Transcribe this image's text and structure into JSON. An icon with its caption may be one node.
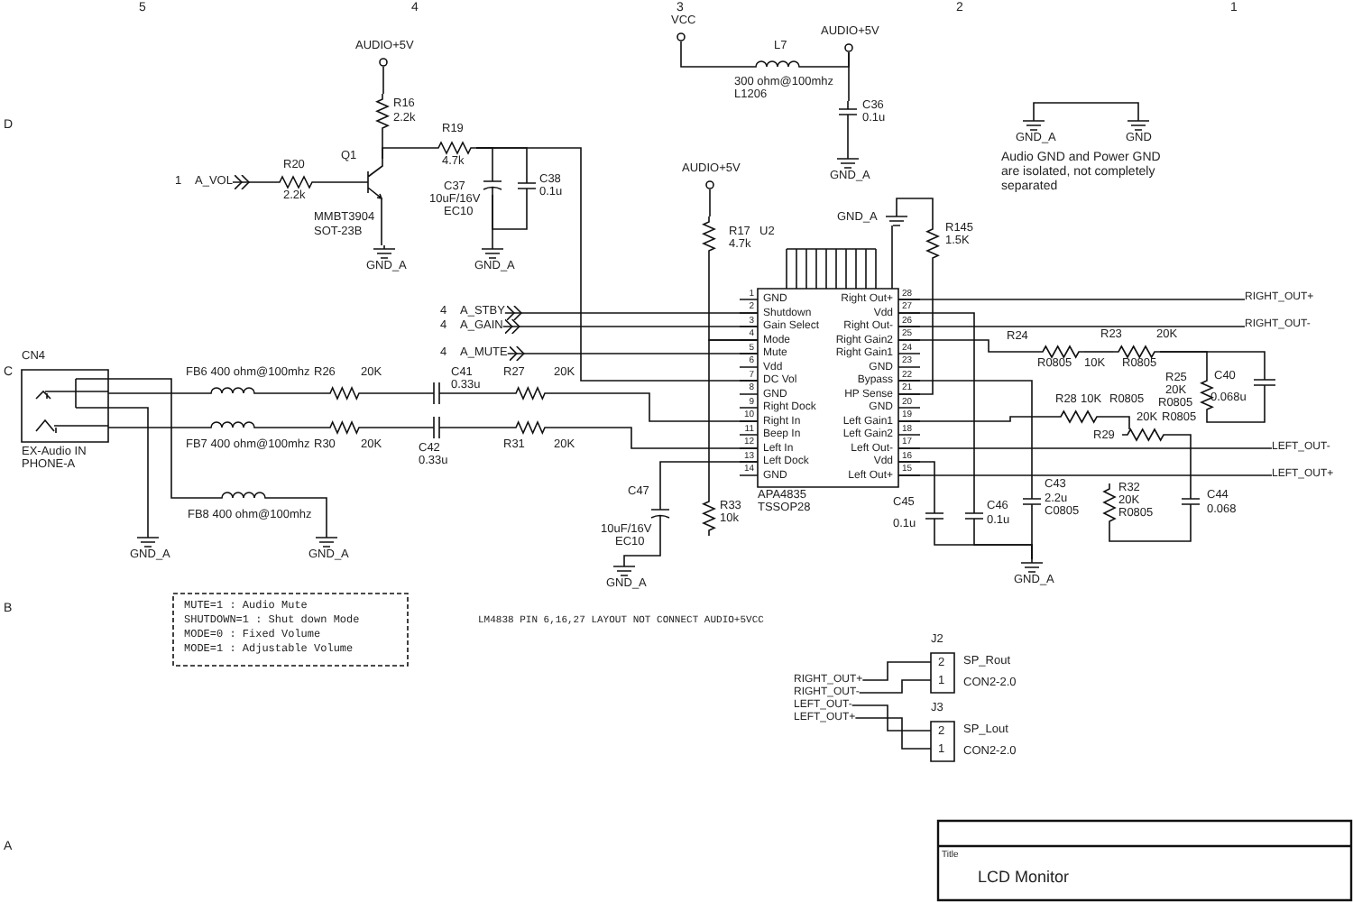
{
  "diagram": {
    "nodes": [
      {
        "text": [
          "A_VOL"
        ],
        "beside": [
          "1"
        ]
      },
      {
        "text": [
          "R20",
          "2.2k"
        ]
      },
      {
        "text": [
          "Q1",
          "MMBT3904",
          "SOT-23B"
        ]
      },
      {
        "text": [
          "R16",
          "2.2k"
        ]
      },
      {
        "text": [
          "AUDIO+5V"
        ]
      },
      {
        "text": [
          "GND_A"
        ]
      },
      {
        "text": [
          "R19",
          "4.7k"
        ]
      },
      {
        "text": [
          "C37",
          "10uF/16V",
          "EC10"
        ]
      },
      {
        "text": [
          "C38",
          "0.1u"
        ]
      },
      {
        "text": [
          "GND_A"
        ]
      },
      {
        "text": [
          "VCC"
        ]
      },
      {
        "text": [
          "L7",
          "300 ohm@100mhz",
          "L1206"
        ]
      },
      {
        "text": [
          "AUDIO+5V"
        ]
      },
      {
        "text": [
          "C36",
          "0.1u"
        ]
      },
      {
        "text": [
          "GND_A"
        ]
      },
      {
        "text": [
          "GND_A"
        ]
      },
      {
        "text": [
          "GND"
        ]
      },
      {
        "text": [
          "AUDIO+5V"
        ]
      },
      {
        "text": [
          "R17",
          "4.7k"
        ]
      },
      {
        "text": [
          "U2",
          "GND",
          "Shutdown",
          "Gain Select",
          "Mode",
          "Mute",
          "Vdd",
          "DC Vol",
          "GND",
          "Right Dock",
          "Right In",
          "Beep In",
          "Left In",
          "Left Dock",
          "GND",
          "Right Out+",
          "Vdd",
          "Right Out-",
          "Right Gain2",
          "Right Gain1",
          "GND",
          "Bypass",
          "HP Sense",
          "GND",
          "Left Gain1",
          "Left Gain2",
          "Left Out-",
          "Vdd",
          "Left Out+",
          "APA4835",
          "TSSOP28"
        ]
      },
      {
        "text": [
          "GND_A"
        ]
      },
      {
        "text": [
          "R145",
          "1.5K"
        ]
      },
      {
        "text": [
          "A_STBY"
        ],
        "beside": [
          "4"
        ]
      },
      {
        "text": [
          "A_GAIN"
        ],
        "beside": [
          "4"
        ]
      },
      {
        "text": [
          "A_MUTE"
        ],
        "beside": [
          "4"
        ]
      },
      {
        "text": [
          "CN4",
          "EX-Audio IN",
          "PHONE-A"
        ]
      },
      {
        "text": [
          "FB6 400 ohm@100mhz"
        ]
      },
      {
        "text": [
          "R26",
          "20K"
        ]
      },
      {
        "text": [
          "C41",
          "0.33u"
        ]
      },
      {
        "text": [
          "R27",
          "20K"
        ]
      },
      {
        "text": [
          "FB7 400 ohm@100mhz"
        ]
      },
      {
        "text": [
          "R30",
          "20K"
        ]
      },
      {
        "text": [
          "C42",
          "0.33u"
        ]
      },
      {
        "text": [
          "R31",
          "20K"
        ]
      },
      {
        "text": [
          "FB8 400 ohm@100mhz"
        ]
      },
      {
        "text": [
          "GND_A"
        ]
      },
      {
        "text": [
          "GND_A"
        ]
      },
      {
        "text": [
          "C47",
          "10uF/16V",
          "EC10"
        ]
      },
      {
        "text": [
          "GND_A"
        ]
      },
      {
        "text": [
          "R33",
          "10k"
        ]
      },
      {
        "text": [
          "R24",
          "R0805",
          "10K"
        ]
      },
      {
        "text": [
          "R23",
          "R0805",
          "20K"
        ]
      },
      {
        "text": [
          "R25",
          "20K",
          "R0805"
        ]
      },
      {
        "text": [
          "C40",
          "0.068u"
        ]
      },
      {
        "text": [
          "R28",
          "10K",
          "R0805"
        ]
      },
      {
        "text": [
          "R29",
          "20K",
          "R0805"
        ]
      },
      {
        "text": [
          "C43",
          "2.2u",
          "C0805"
        ]
      },
      {
        "text": [
          "C45",
          "0.1u"
        ]
      },
      {
        "text": [
          "C46",
          "0.1u"
        ]
      },
      {
        "text": [
          "GND_A"
        ]
      },
      {
        "text": [
          "R32",
          "20K",
          "R0805"
        ]
      },
      {
        "text": [
          "C44",
          "0.068"
        ]
      },
      {
        "text": [
          "J2",
          "2",
          "1",
          "SP_Rout",
          "CON2-2.0"
        ]
      },
      {
        "text": [
          "J3",
          "2",
          "1",
          "SP_Lout",
          "CON2-2.0"
        ]
      },
      {
        "text": [
          "MUTE=1 : Audio Mute",
          "SHUTDOWN=1 : Shut down Mode",
          "MODE=0 : Fixed Volume",
          "MODE=1 : Adjustable Volume"
        ]
      },
      {
        "text": [
          "Title",
          "LCD Monitor"
        ]
      },
      {
        "text": [
          "RIGHT_OUT+"
        ]
      },
      {
        "text": [
          "RIGHT_OUT-"
        ]
      },
      {
        "text": [
          "LEFT_OUT-"
        ]
      },
      {
        "text": [
          "LEFT_OUT+"
        ]
      },
      {
        "text": [
          "RIGHT_OUT+"
        ]
      },
      {
        "text": [
          "RIGHT_OUT-"
        ]
      },
      {
        "text": [
          "LEFT_OUT-"
        ]
      },
      {
        "text": [
          "LEFT_OUT+"
        ]
      }
    ],
    "edges": [
      {
        "from": 0,
        "to": 1,
        "arrow": "other"
      },
      {
        "from": 1,
        "to": 2,
        "arrow": "none"
      },
      {
        "from": 4,
        "to": 3,
        "arrow": "none"
      },
      {
        "from": 3,
        "to": 2,
        "arrow": "none"
      },
      {
        "from": 2,
        "to": 5,
        "arrow": "none"
      },
      {
        "from": 2,
        "to": 6,
        "arrow": "none"
      },
      {
        "from": 6,
        "to": 7,
        "arrow": "none"
      },
      {
        "from": 6,
        "to": 8,
        "arrow": "none"
      },
      {
        "from": 7,
        "to": 9,
        "arrow": "none"
      },
      {
        "from": 8,
        "to": 7,
        "arrow": "none"
      },
      {
        "from": 6,
        "to": 19,
        "arrow": "none"
      },
      {
        "from": 10,
        "to": 11,
        "arrow": "none"
      },
      {
        "from": 11,
        "to": 12,
        "arrow": "none"
      },
      {
        "from": 12,
        "to": 13,
        "arrow": "none"
      },
      {
        "from": 13,
        "to": 14,
        "arrow": "none"
      },
      {
        "from": 15,
        "to": 16,
        "arrow": "none"
      },
      {
        "from": 17,
        "to": 18,
        "arrow": "none"
      },
      {
        "from": 18,
        "to": 19,
        "arrow": "none"
      },
      {
        "from": 20,
        "to": 19,
        "arrow": "none"
      },
      {
        "from": 20,
        "to": 21,
        "arrow": "none"
      },
      {
        "from": 21,
        "to": 19,
        "arrow": "none"
      },
      {
        "from": 22,
        "to": 19,
        "arrow": "other"
      },
      {
        "from": 23,
        "to": 19,
        "arrow": "other"
      },
      {
        "from": 24,
        "to": 19,
        "arrow": "other"
      },
      {
        "from": 25,
        "to": 26,
        "arrow": "none"
      },
      {
        "from": 26,
        "to": 27,
        "arrow": "none"
      },
      {
        "from": 27,
        "to": 28,
        "arrow": "none"
      },
      {
        "from": 28,
        "to": 29,
        "arrow": "none"
      },
      {
        "from": 29,
        "to": 19,
        "arrow": "none"
      },
      {
        "from": 25,
        "to": 30,
        "arrow": "none"
      },
      {
        "from": 30,
        "to": 31,
        "arrow": "none"
      },
      {
        "from": 31,
        "to": 32,
        "arrow": "none"
      },
      {
        "from": 32,
        "to": 33,
        "arrow": "none"
      },
      {
        "from": 33,
        "to": 19,
        "arrow": "none"
      },
      {
        "from": 25,
        "to": 34,
        "arrow": "none"
      },
      {
        "from": 34,
        "to": 36,
        "arrow": "none"
      },
      {
        "from": 25,
        "to": 35,
        "arrow": "none"
      },
      {
        "from": 37,
        "to": 19,
        "arrow": "none"
      },
      {
        "from": 37,
        "to": 38,
        "arrow": "none"
      },
      {
        "from": 39,
        "to": 19,
        "arrow": "none"
      },
      {
        "from": 19,
        "to": 40,
        "arrow": "none"
      },
      {
        "from": 40,
        "to": 41,
        "arrow": "none"
      },
      {
        "from": 41,
        "to": 42,
        "arrow": "none"
      },
      {
        "from": 41,
        "to": 43,
        "arrow": "none"
      },
      {
        "from": 42,
        "to": 43,
        "arrow": "none"
      },
      {
        "from": 19,
        "to": 44,
        "arrow": "none"
      },
      {
        "from": 44,
        "to": 45,
        "arrow": "none"
      },
      {
        "from": 45,
        "to": 51,
        "arrow": "none"
      },
      {
        "from": 19,
        "to": 46,
        "arrow": "none"
      },
      {
        "from": 19,
        "to": 47,
        "arrow": "none"
      },
      {
        "from": 19,
        "to": 48,
        "arrow": "none"
      },
      {
        "from": 46,
        "to": 49,
        "arrow": "none"
      },
      {
        "from": 47,
        "to": 49,
        "arrow": "none"
      },
      {
        "from": 48,
        "to": 49,
        "arrow": "none"
      },
      {
        "from": 50,
        "to": 51,
        "arrow": "none"
      },
      {
        "from": 19,
        "to": 60,
        "arrow": "none"
      },
      {
        "from": 19,
        "to": 61,
        "arrow": "none"
      },
      {
        "from": 19,
        "to": 62,
        "arrow": "none"
      },
      {
        "from": 19,
        "to": 63,
        "arrow": "none"
      },
      {
        "from": 56,
        "to": 52,
        "arrow": "none"
      },
      {
        "from": 57,
        "to": 52,
        "arrow": "none"
      },
      {
        "from": 58,
        "to": 53,
        "arrow": "none"
      },
      {
        "from": 59,
        "to": 53,
        "arrow": "none"
      }
    ],
    "labels": [
      "5",
      "4",
      "3",
      "2",
      "1",
      "D",
      "C",
      "B",
      "A",
      "Audio GND and Power GND are isolated, not completely separated",
      "1",
      "2",
      "3",
      "4",
      "5",
      "6",
      "7",
      "8",
      "9",
      "10",
      "11",
      "12",
      "13",
      "14",
      "28",
      "27",
      "26",
      "25",
      "24",
      "23",
      "22",
      "21",
      "20",
      "19",
      "18",
      "17",
      "16",
      "15",
      "LM4838 PIN 6,16,27 LAYOUT NOT CONNECT AUDIO+5VCC"
    ]
  }
}
